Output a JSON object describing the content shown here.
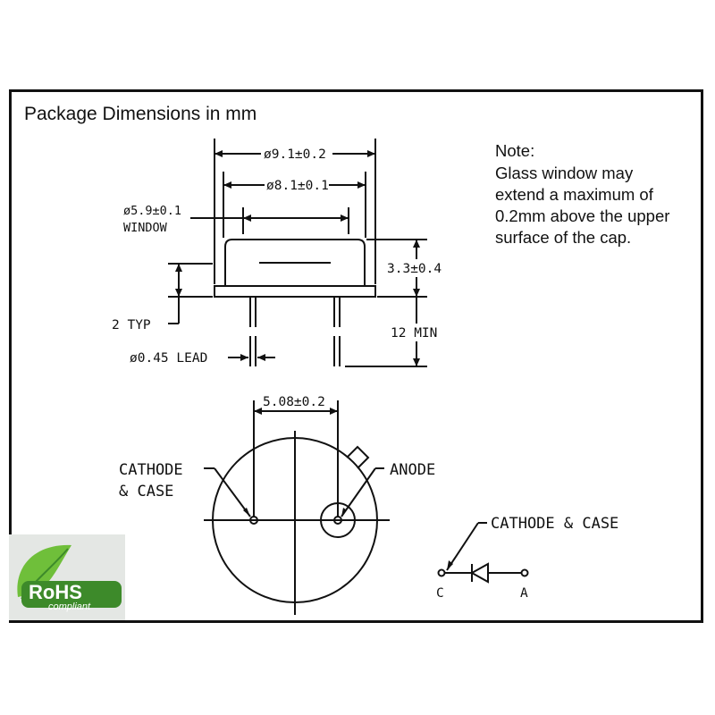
{
  "title": "Package Dimensions in mm",
  "note": {
    "heading": "Note:",
    "lines": [
      "Glass window may",
      "extend a maximum of",
      "0.2mm above the upper",
      "surface of the cap."
    ]
  },
  "dimensions": {
    "outer_diameter": "ø9.1±0.2",
    "cap_diameter": "ø8.1±0.1",
    "window_diameter": "ø5.9±0.1",
    "window_label": "WINDOW",
    "height": "3.3±0.4",
    "flange": "2 TYP",
    "lead_length": "12 MIN",
    "lead_diameter": "ø0.45 LEAD",
    "pin_spacing": "5.08±0.2"
  },
  "labels": {
    "cathode_line1": "CATHODE",
    "cathode_line2": "& CASE",
    "anode": "ANODE",
    "schematic_label": "CATHODE & CASE",
    "pin_c": "C",
    "pin_a": "A"
  },
  "logo": {
    "text_main": "RoHS",
    "text_sub": "compliant",
    "color_green": "#3d8a2a"
  }
}
